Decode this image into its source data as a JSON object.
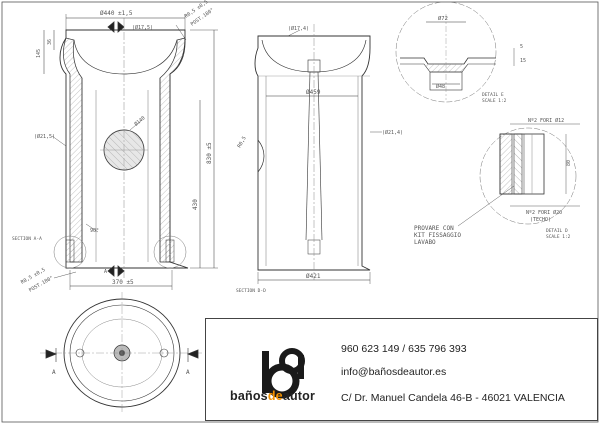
{
  "drawing": {
    "front": {
      "top_width_dim": "Ø440 ±1,5",
      "wall_top_dim": "(Ø17,5)",
      "radius_note": "R0,5 ±0,5",
      "poste_note_top": "POST.180°",
      "h145": "145",
      "h36": "36",
      "wall_dim_left": "(Ø21,5)",
      "drain_dim": "Ø140",
      "total_height_dim": "830 ±5",
      "height_430": "430",
      "section_label": "SECTION A-A",
      "r_note": "R0,5 ±0,5",
      "poste_note_bottom": "POST.180°",
      "bottom_width_dim": "370 ±5",
      "angle_note": "90°",
      "marker_a": "A"
    },
    "side": {
      "wall_dim_top": "(Ø17,4)",
      "dim_459": "Ø459",
      "wall_dim_right": "(Ø21,4)",
      "r_note": "R0,5",
      "dim_421": "Ø421",
      "section_label": "SECTION D-D"
    },
    "detail_e": {
      "dim_72": "Ø72",
      "dim_48": "Ø48",
      "dim_5": "5",
      "dim_15": "15",
      "label": "DETAIL E",
      "scale": "SCALE 1:2"
    },
    "detail_d": {
      "holes_top": "Nº2 FORI Ø12",
      "dim_80": "80",
      "holes_bottom": "Nº2 FORI Ø20",
      "holes_note": "(TECHO)",
      "label": "DETAIL D",
      "scale": "SCALE 1:2"
    },
    "note": {
      "line1": "PROVARE CON",
      "line2": "KIT FISSAGGIO",
      "line3": "LAVABO"
    },
    "top_view": {
      "marker_a_left": "A",
      "marker_a_right": "A"
    }
  },
  "brand": {
    "name_part1": "baños",
    "name_part2": "de",
    "name_part3": "autor",
    "accent_color": "#f39200",
    "dark_color": "#222222"
  },
  "contact": {
    "phone": "960 623 149 / 635 796 393",
    "email": "info@bañosdeautor.es",
    "address": "C/ Dr. Manuel Candela 46-B  - 46021 VALENCIA"
  }
}
